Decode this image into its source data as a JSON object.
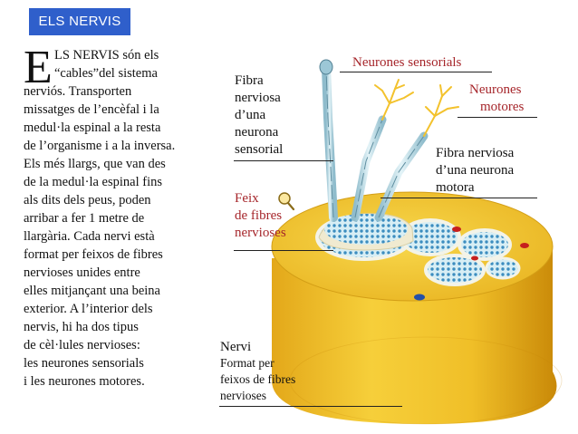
{
  "header": {
    "title": "ELS NERVIS"
  },
  "body": {
    "dropcap": "E",
    "lines": [
      "LS NERVIS són els",
      "“cables”del sistema",
      "nerviós. Transporten",
      "missatges de l’encèfal i la",
      "medul·la espinal a la resta",
      "de l’organisme i a la inversa.",
      "Els més llargs, que van des",
      "de la medul·la espinal fins",
      "als dits dels peus, poden",
      "arribar a fer 1 metre de",
      "llargària. Cada nervi està",
      "format per feixos de fibres",
      "nervioses unides entre",
      "elles mitjançant una beina",
      "exterior. A l’interior dels",
      "nervis, hi ha dos tipus",
      "de cèl·lules nervioses:",
      "les neurones sensorials",
      "i les neurones motores."
    ]
  },
  "labels": {
    "sensory_neurons": "Neurones sensorials",
    "motor_neurons": [
      "Neurones",
      "motores"
    ],
    "sensory_fiber": [
      "Fibra",
      "nerviosa",
      "d’una",
      "neurona",
      "sensorial"
    ],
    "motor_fiber": [
      "Fibra nerviosa",
      "d’una neurona",
      "motora"
    ],
    "fiber_bundle": [
      "Feix",
      "de fibres",
      "nervioses"
    ],
    "nerve": {
      "title": "Nervi",
      "lines": [
        "Format per",
        "feixos de fibres",
        "nervioses"
      ]
    }
  },
  "colors": {
    "header_bg": "#2f5fcb",
    "red_label": "#a6262b",
    "sheath_yellow": "#f1c12a",
    "sheath_dark": "#d89a10",
    "bundle_blue": "#5aa9d3",
    "axon_light": "#bfe2ea",
    "dendrite_yellow": "#f3c22d",
    "vessel_red": "#c61f1d"
  },
  "icons": {
    "magnifier": "magnifier-icon"
  }
}
